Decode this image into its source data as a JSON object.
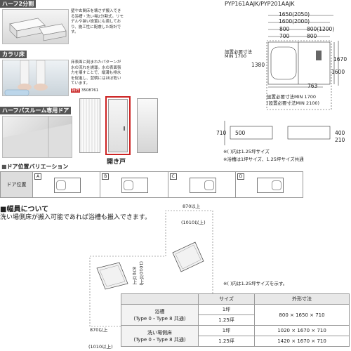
{
  "left": {
    "half": {
      "title": "ハーフ2分割",
      "text": "壁や玄関床を壊さず搬入できる浴槽・洗い場2分割式。リモデルや狭い設置にも適しており、施工性に配慮した設計です。"
    },
    "karari": {
      "title": "カラリ床",
      "text": "床表面に刻まれたパターンが水の流れを誘導。水の表面張力を壊すことで、縦溝も排水を促進し、翌朝にはほぼ乾いています。",
      "badge": "特許",
      "badge_no": "3508761"
    },
    "door": {
      "title": "ハーフバスルーム専用ドア",
      "caption": "開き戸"
    },
    "variation": {
      "title": "ドア位置バリエーション",
      "row_label": "ドア位置",
      "options": [
        "A",
        "B",
        "C",
        "D"
      ]
    }
  },
  "right": {
    "model": "PYP161AAJK/PYP201AAJK",
    "dims": {
      "w_total": "1650(2050)",
      "w_1600": "1600(2000)",
      "w_800a": "800",
      "w_800b": "800(1200)",
      "w_700": "700",
      "w_800c": "800",
      "h_1670": "1670",
      "h_1600": "1600",
      "h_1380": "1380",
      "w_763": "763",
      "req1_a": "設置必要寸法",
      "req1_b": "MIN 1700",
      "req2_a": "設置必要寸法MIN 1700",
      "req2_b": "(設置必要寸法MIN 2100)",
      "s_710": "710",
      "s_500": "500",
      "s_400": "400",
      "s_210": "210"
    },
    "note1": "※(  )内は1.25坪サイズ",
    "note2": "※浴槽は1坪サイズ、1.25坪サイズ共通"
  },
  "haba": {
    "title": "■幅員について",
    "desc": "洗い場側床が搬入可能であれば浴槽も搬入できます。",
    "top_a": "870以上",
    "top_b": "(1010以上)",
    "side_a": "870以上",
    "side_b": "(1010以上)",
    "bot_a": "870以上",
    "bot_b": "(1010以上)",
    "note": "※(  )内は1.25坪サイズを示す。"
  },
  "table": {
    "headers": [
      "",
      "サイズ",
      "外形寸法"
    ],
    "rows": [
      {
        "label": "浴槽",
        "sub": "(Type 0・Type 8 共通)",
        "size1": "1坪",
        "size2": "1.25坪",
        "dim1": "800 × 1650 × 710",
        "dim2": ""
      },
      {
        "label": "洗い場側床",
        "sub": "(Type 0・Type 8 共通)",
        "size1": "1坪",
        "size2": "1.25坪",
        "dim1": "1020 × 1670 × 710",
        "dim2": "1420 × 1670 × 710"
      }
    ]
  }
}
